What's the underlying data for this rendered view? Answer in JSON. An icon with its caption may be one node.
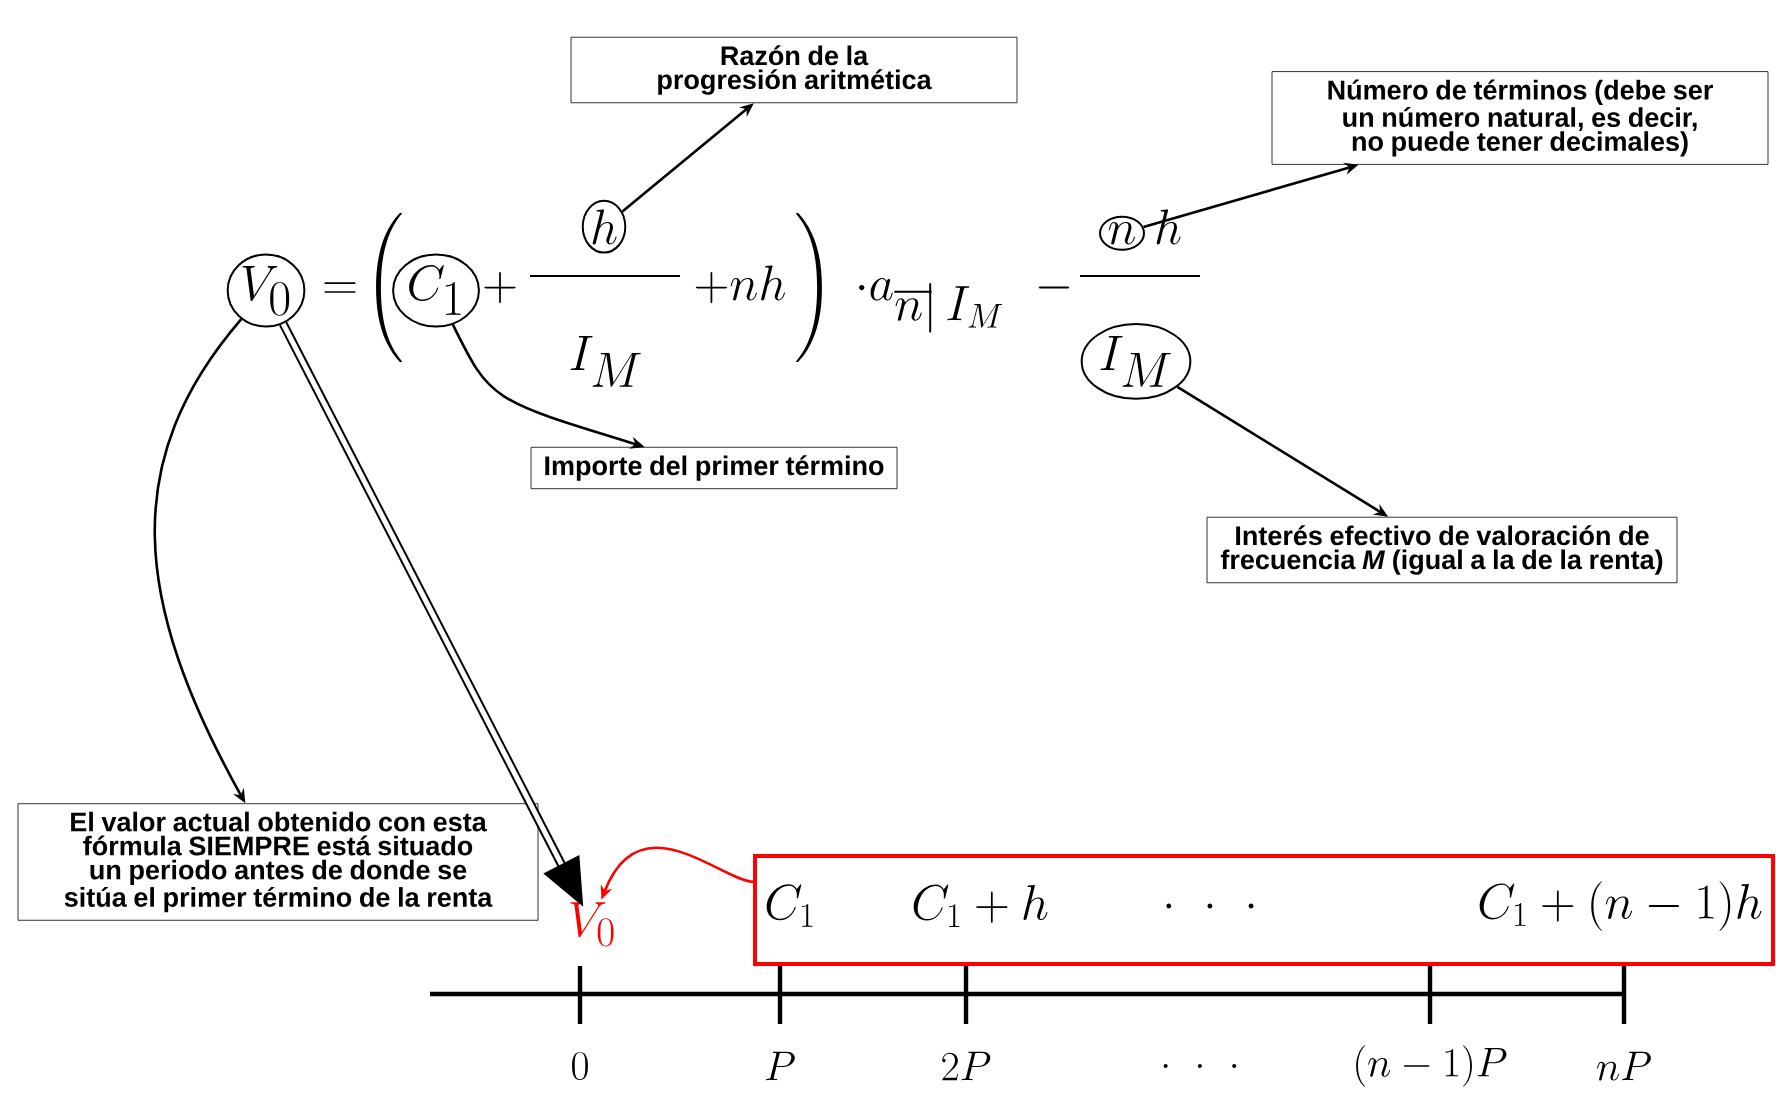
{
  "diagram": {
    "nodes": [
      {
        "text": [
          "Razón de la progresión aritmética"
        ]
      },
      {
        "text": [
          "Número de términos (debe ser un número natural, es decir, no puede tener decimales)"
        ]
      },
      {
        "text": [
          "V_0"
        ]
      },
      {
        "text": [
          "C_1"
        ]
      },
      {
        "text": [
          "h"
        ]
      },
      {
        "text": [
          "n"
        ]
      },
      {
        "text": [
          "I_M"
        ]
      },
      {
        "text": [
          "Importe del primer término"
        ]
      },
      {
        "text": [
          "Interés efectivo de valoración de frecuencia *M* (igual a la de la renta)"
        ]
      },
      {
        "text": [
          "El valor actual obtenido con esta fórmula SIEMPRE está situado un periodo antes de donde se sitúa el primer término de la renta"
        ]
      },
      {
        "text": [
          "V_0"
        ]
      },
      {
        "text": [
          "C_1",
          "C_1+h",
          ".\\;\\;.\\;\\;.",
          "C_1+(n-1)h"
        ]
      }
    ],
    "edges": [
      {
        "from": 4,
        "to": 0,
        "arrow": "to"
      },
      {
        "from": 5,
        "to": 1,
        "arrow": "to"
      },
      {
        "from": 3,
        "to": 7,
        "arrow": "to"
      },
      {
        "from": 6,
        "to": 8,
        "arrow": "to"
      },
      {
        "from": 2,
        "to": 9,
        "arrow": "to"
      },
      {
        "from": 2,
        "to": 10,
        "arrow": "to",
        "style": "thick"
      },
      {
        "from": 11,
        "to": 10,
        "arrow": "to",
        "color": "#ff0000"
      }
    ],
    "labels": [
      "=",
      "\\Biggl(",
      "+",
      "I_M",
      "+nh",
      "\\Biggr)",
      "\\cdot a_{\\overline{n\\,}\\!|\\,I_M}",
      "-",
      "h",
      "0",
      "P",
      "2P",
      ".\\;\\;.\\;\\;.",
      "(n-1)P",
      "nP"
    ]
  }
}
